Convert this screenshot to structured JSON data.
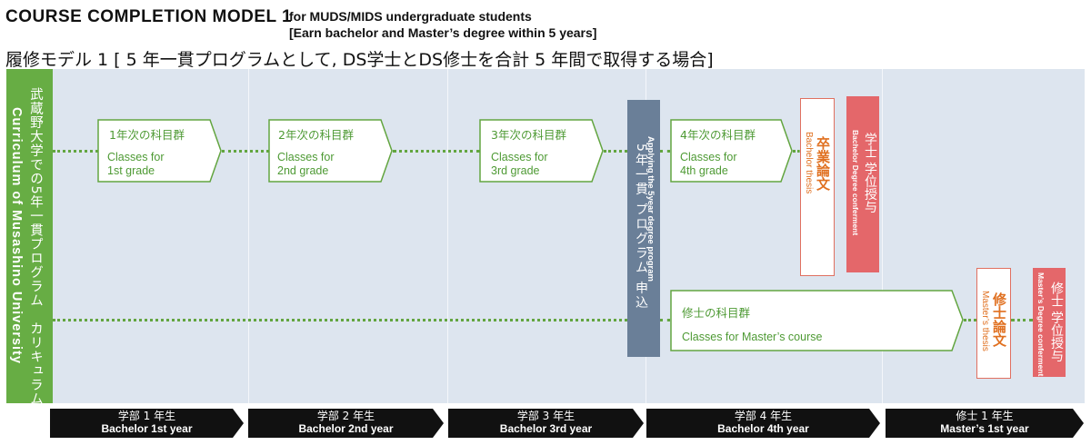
{
  "title": {
    "main": "COURSE COMPLETION MODEL 1",
    "sub_line1": "for MUDS/MIDS undergraduate students",
    "sub_line2": "[Earn bachelor and Master’s degree within 5 years]",
    "japanese": "履修モデル 1 [ 5 年一貫プログラムとして, DS学士とDS修士を合計 5 年間で取得する場合]"
  },
  "left_bar": {
    "jp": "武蔵野大学での5年一貫プログラム　カリキュラム",
    "en": "Curriculum of Musashino University"
  },
  "courses": [
    {
      "jp": "1年次の科目群",
      "en_line1": "Classes for",
      "en_line2": "1st grade"
    },
    {
      "jp": "2年次の科目群",
      "en_line1": "Classes for",
      "en_line2": "2nd grade"
    },
    {
      "jp": "3年次の科目群",
      "en_line1": "Classes for",
      "en_line2": "3rd grade"
    },
    {
      "jp": "4年次の科目群",
      "en_line1": "Classes for",
      "en_line2": "4th grade"
    }
  ],
  "masters_course": {
    "jp": "修士の科目群",
    "en": "Classes for Master’s course"
  },
  "application": {
    "jp": "5年一貫 プログラム 申込",
    "en": "Applying the 5year degree program"
  },
  "bachelor_thesis": {
    "jp": "卒業論文",
    "en": "Bachelor thesis"
  },
  "bachelor_degree": {
    "jp": "学士 学位授与",
    "en": "Bachelor Degree conferment"
  },
  "master_thesis": {
    "jp": "修士論文",
    "en": "Master’s thesis"
  },
  "master_degree": {
    "jp": "修士 学位授与",
    "en": "Master’s Degree conferment"
  },
  "years": [
    {
      "jp": "学部 1 年生",
      "en": "Bachelor 1st year"
    },
    {
      "jp": "学部 2 年生",
      "en": "Bachelor 2nd year"
    },
    {
      "jp": "学部 3 年生",
      "en": "Bachelor 3rd year"
    },
    {
      "jp": "学部 4 年生",
      "en": "Bachelor 4th year"
    },
    {
      "jp": "修士 1 年生",
      "en": "Master’s 1st year"
    }
  ],
  "colors": {
    "green": "#67ad44",
    "panel": "#dde5ef",
    "application": "#6a7f98",
    "degree": "#e4676a",
    "thesis_text": "#e07020",
    "arrow": "#111111"
  }
}
